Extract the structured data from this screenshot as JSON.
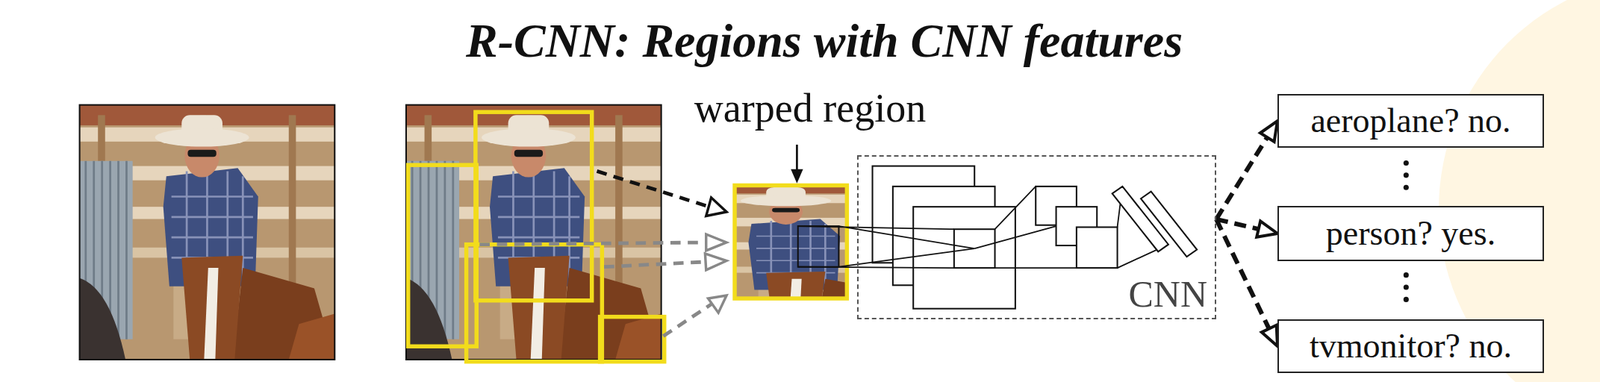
{
  "diagram": {
    "title": "R-CNN: Regions with CNN features",
    "nodes": [
      {
        "text": [
          "CNN"
        ]
      },
      {
        "text": [
          "aeroplane? no."
        ]
      },
      {
        "text": [
          "person? yes."
        ]
      },
      {
        "text": [
          "tvmonitor? no."
        ]
      }
    ],
    "edges": [
      {
        "from": 0,
        "to": 1,
        "arrow": "to"
      },
      {
        "from": 0,
        "to": 2,
        "arrow": "to"
      },
      {
        "from": 0,
        "to": 3,
        "arrow": "to"
      }
    ],
    "labels": [
      "warped region"
    ]
  }
}
